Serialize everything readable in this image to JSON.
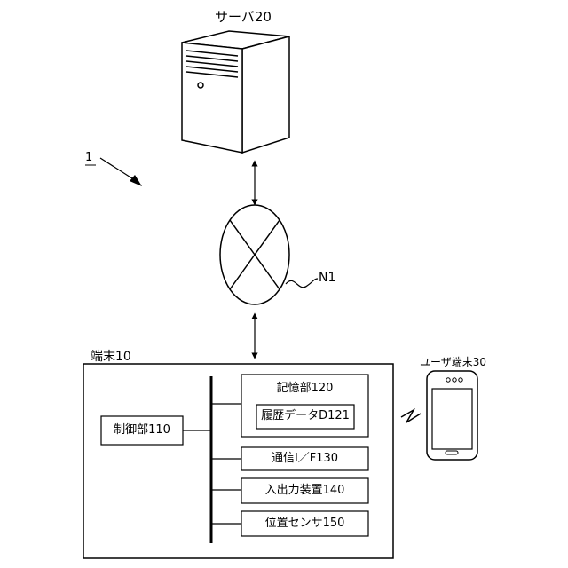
{
  "figure_ref": "1",
  "server": {
    "label": "サーバ20"
  },
  "network": {
    "label": "N1"
  },
  "terminal": {
    "label": "端末10",
    "control_unit": "制御部110",
    "storage_unit": "記憶部120",
    "history_data": "履歴データD121",
    "comm_if": "通信I／F130",
    "io_device": "入出力装置140",
    "position_sensor": "位置センサ150"
  },
  "user_terminal": {
    "label": "ユーザ端末30"
  }
}
